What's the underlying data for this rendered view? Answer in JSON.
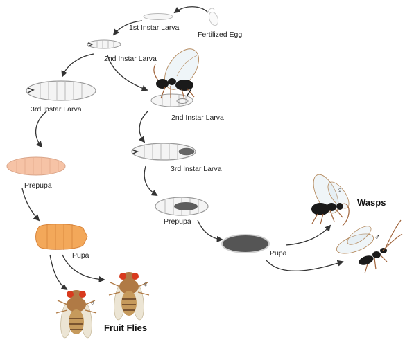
{
  "labels": {
    "first_instar": "1st Instar Larva",
    "fertilized_egg": "Fertilized Egg",
    "second_instar_top": "2nd Instar Larva",
    "third_instar_fly": "3rd Instar Larva",
    "second_instar_wasp": "2nd Instar Larva",
    "third_instar_wasp": "3rd Instar Larva",
    "prepupa_fly": "Prepupa",
    "prepupa_wasp": "Prepupa",
    "pupa_fly": "Pupa",
    "pupa_wasp": "Pupa",
    "fruit_flies": "Fruit Flies",
    "wasps": "Wasps",
    "female_symbol": "♀",
    "male_symbol": "♂"
  },
  "colors": {
    "larva_fill": "#f4f4f4",
    "larva_outline": "#9a9a9a",
    "prepupa_fly_fill": "#f6c3a6",
    "pupa_fly_fill": "#f3a85a",
    "wasp_pupa_fill": "#555555",
    "wasp_body": "#1a1a1a",
    "wasp_leg": "#a0633a",
    "fly_eye": "#d83a1e",
    "fly_thorax": "#b07a45",
    "arrow": "#333333"
  }
}
